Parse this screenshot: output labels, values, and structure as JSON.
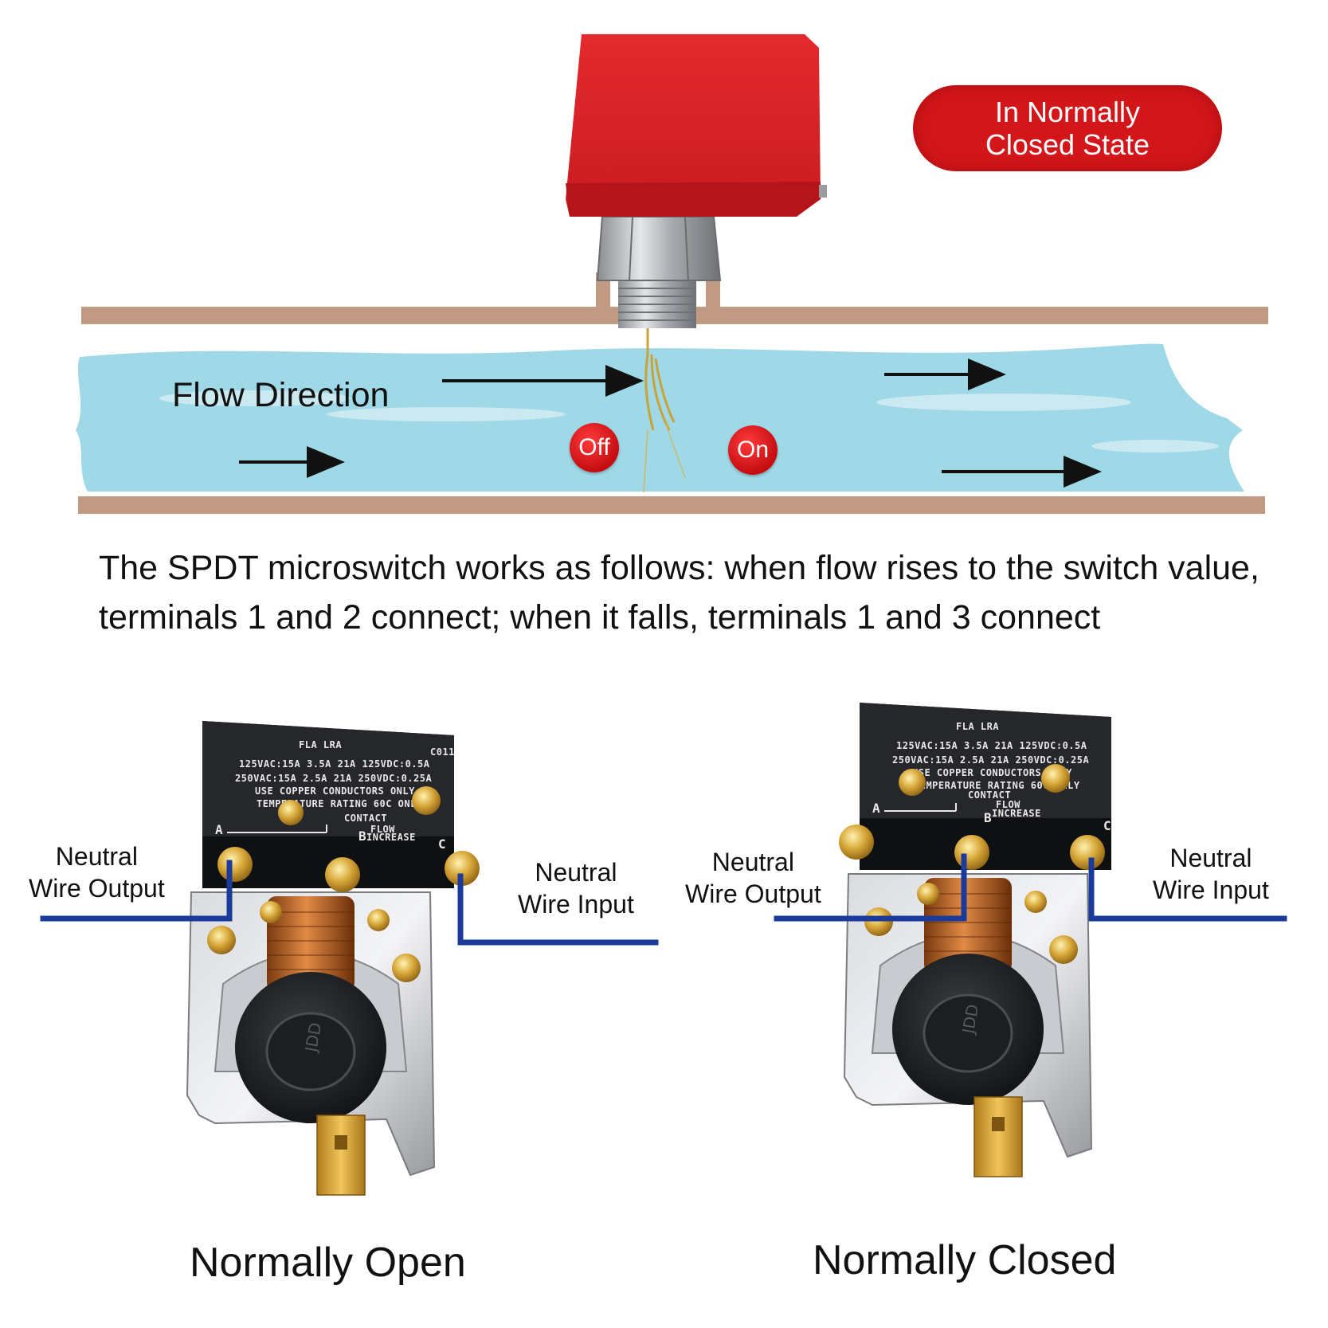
{
  "header": {
    "state_badge_line1": "In Normally",
    "state_badge_line2": "Closed State"
  },
  "pipe": {
    "flow_label": "Flow Direction",
    "off_label": "Off",
    "on_label": "On"
  },
  "description": "The SPDT microswitch works as follows: when flow rises to the switch value, terminals 1 and 2 connect; when it falls, terminals 1 and 3 connect",
  "switch_spec": {
    "line1": "125VAC:15A 3.5A 21A 125VDC:0.5A",
    "line2": "250VAC:15A 2.5A 21A 250VDC:0.25A",
    "line3": "USE COPPER CONDUCTORS ONLY",
    "line4": "TEMPERATURE RATING 60C ONLY",
    "header": "FLA  LRA",
    "code": "C011",
    "contact": "CONTACT",
    "flow": "FLOW",
    "increase": "INCREASE",
    "terminal_a": "A",
    "terminal_b": "B",
    "terminal_c": "C",
    "arrow_word": "FLOW",
    "cap_text": "JDD"
  },
  "switches": [
    {
      "caption": "Normally Open",
      "left_label_line1": "Neutral",
      "left_label_line2": "Wire Output",
      "right_label_line1": "Neutral",
      "right_label_line2": "Wire Input"
    },
    {
      "caption": "Normally Closed",
      "left_label_line1": "Neutral",
      "left_label_line2": "Wire Output",
      "right_label_line1": "Neutral",
      "right_label_line2": "Wire Input"
    }
  ],
  "colors": {
    "pipe_wall": "#c19a84",
    "water": "#9fd8e6",
    "housing_red": "#e0232a",
    "badge_red": "#d3161a",
    "wire_blue": "#1a3b9c"
  }
}
